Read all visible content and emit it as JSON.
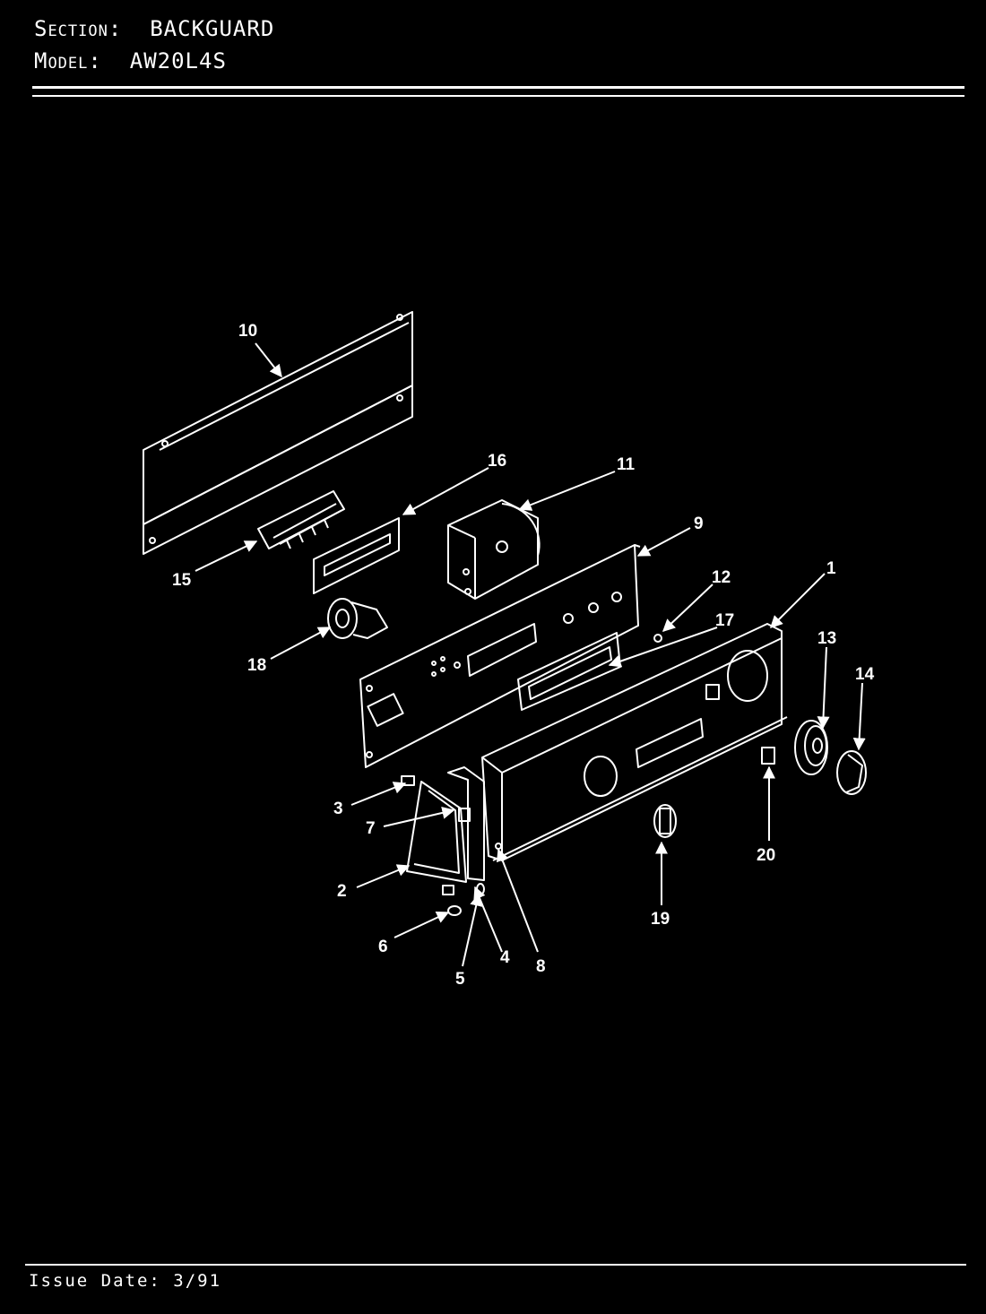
{
  "header": {
    "section_label": "Section:",
    "section_value": "BACKGUARD",
    "model_label": "Model:",
    "model_value": "AW20L4S"
  },
  "footer": {
    "issue_label": "Issue Date:",
    "issue_value": "3/91"
  },
  "callouts": [
    "1",
    "2",
    "3",
    "4",
    "5",
    "6",
    "7",
    "8",
    "9",
    "10",
    "11",
    "12",
    "13",
    "14",
    "15",
    "16",
    "17",
    "18",
    "19",
    "20"
  ]
}
